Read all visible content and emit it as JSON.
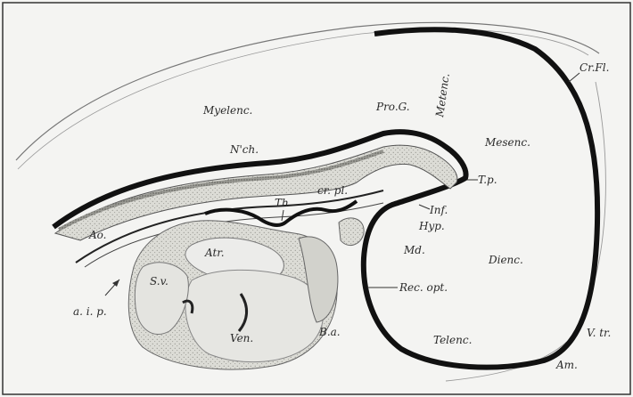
{
  "labels": {
    "myelenc": "Myelenc.",
    "pro_g": "Pro.G.",
    "metenc": "Metenc.",
    "cr_fl": "Cr.Fl.",
    "mesenc": "Mesenc.",
    "nch": "N'ch.",
    "cr_pl": "cr. pl.",
    "t_p": "T.p.",
    "ao": "Ao.",
    "th": "Th",
    "inf": "Inf.",
    "hyp": "Hyp.",
    "md": "Md.",
    "dienc": "Dienc.",
    "atr": "Atr.",
    "s_v": "S.v.",
    "a_i_p": "a. i. p.",
    "rec_opt": "Rec. opt.",
    "ven": "Ven.",
    "b_a": "B.a.",
    "telenc": "Telenc.",
    "v_tr": "V. tr.",
    "am": "Am."
  }
}
